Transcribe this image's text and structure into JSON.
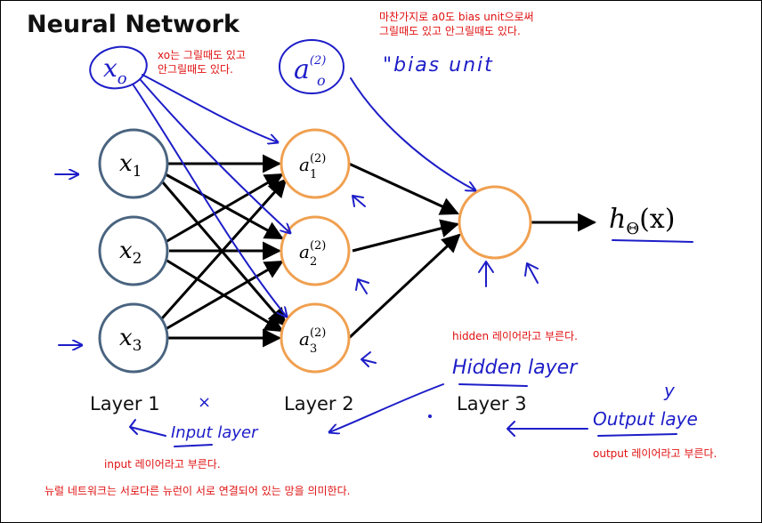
{
  "title": "Neural Network",
  "notes": {
    "x0_note": "xo는 그릴때도 있고\n안그릴때도 있다.",
    "a0_note": "마찬가지로 a0도 bias unit으로써\n그릴때도 있고 안그릴때도 있다.",
    "hidden_note": "hidden 레이어라고 부른다.",
    "input_note": "input 레이어라고 부른다.",
    "output_note": "output 레이어라고 부른다.",
    "bottom_note": "뉴럴 네트워크는 서로다른 뉴런이 서로 연결되어 있는 망을 의미한다."
  },
  "layers": {
    "layer1": "Layer 1",
    "layer2": "Layer 2",
    "layer3": "Layer 3"
  },
  "nodes": {
    "input": [
      {
        "base": "x",
        "sub": "1"
      },
      {
        "base": "x",
        "sub": "2"
      },
      {
        "base": "x",
        "sub": "3"
      }
    ],
    "hidden": [
      {
        "base": "a",
        "sup": "(2)",
        "sub": "1"
      },
      {
        "base": "a",
        "sup": "(2)",
        "sub": "2"
      },
      {
        "base": "a",
        "sup": "(2)",
        "sub": "3"
      }
    ],
    "output_label": {
      "base": "h",
      "sub": "Θ",
      "arg": "(x)"
    }
  },
  "handwritten": {
    "x0": {
      "base": "x",
      "sub": "o"
    },
    "a0": {
      "base": "a",
      "sup": "(2)",
      "sub": "o"
    },
    "bias_unit": "\"bias unit",
    "hidden_layer": "Hidden layer",
    "input_layer": "Input layer",
    "output_layer": "Output laye",
    "y_mark": "y",
    "x_mark": "×"
  },
  "colors": {
    "input_node": "#4a6480",
    "hidden_node": "#f0a050",
    "edge": "#000000",
    "handwriting": "#1d1dc8",
    "note": "#e01010"
  }
}
